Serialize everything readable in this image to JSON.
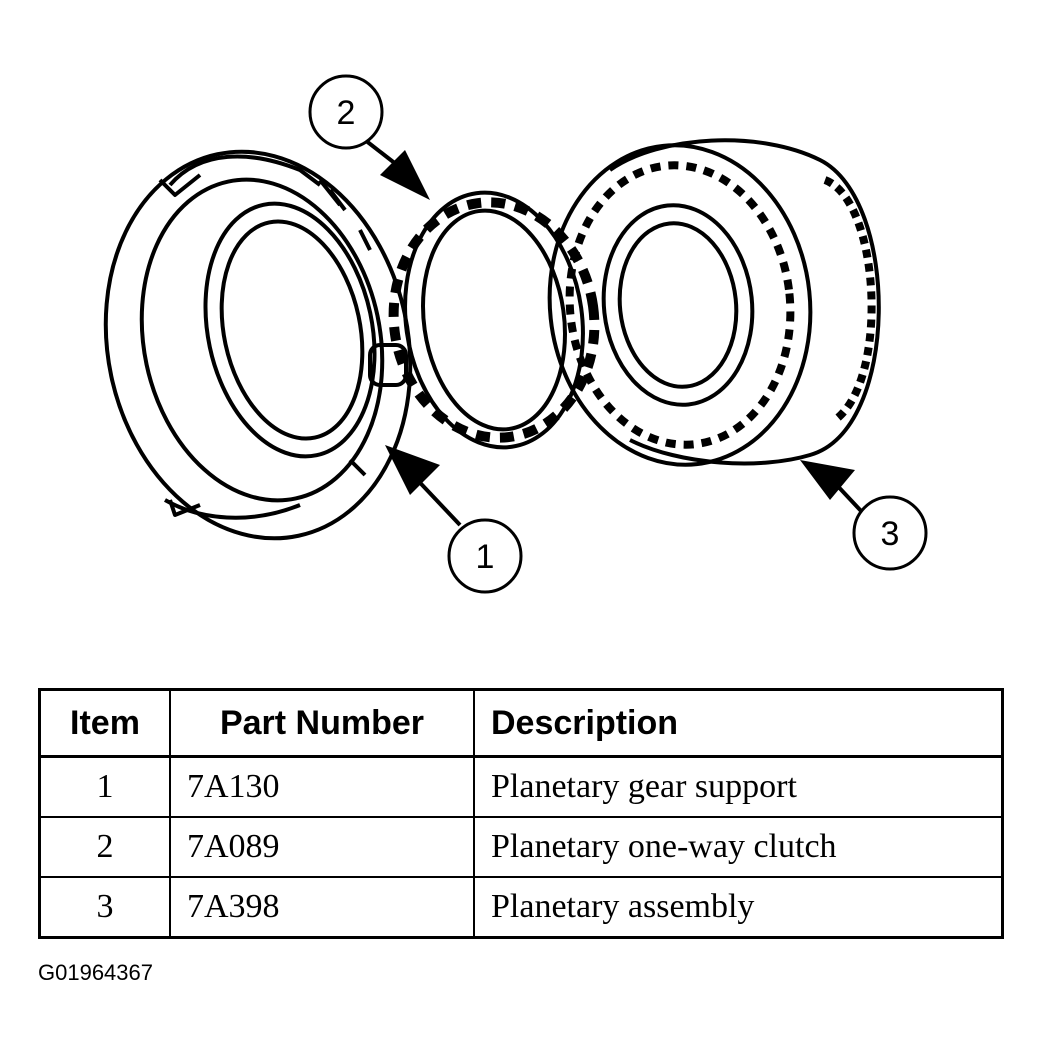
{
  "callouts": [
    {
      "label": "1"
    },
    {
      "label": "2"
    },
    {
      "label": "3"
    }
  ],
  "table": {
    "headers": {
      "item": "Item",
      "part_number": "Part Number",
      "description": "Description"
    },
    "rows": [
      {
        "item": "1",
        "part_number": "7A130",
        "description": "Planetary gear support"
      },
      {
        "item": "2",
        "part_number": "7A089",
        "description": "Planetary one-way clutch"
      },
      {
        "item": "3",
        "part_number": "7A398",
        "description": "Planetary assembly"
      }
    ]
  },
  "figure_id": "G01964367",
  "colors": {
    "line": "#000000",
    "background": "#ffffff"
  }
}
